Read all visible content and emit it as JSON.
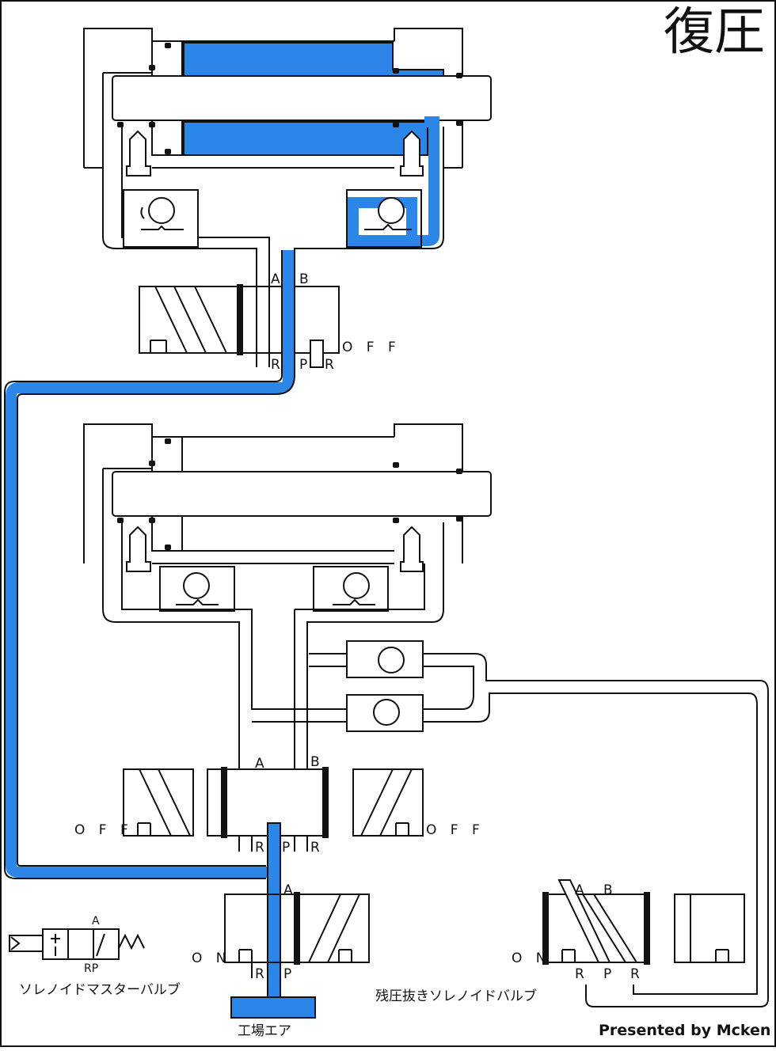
{
  "title": "復圧",
  "credit": "Presented by Mcken",
  "colors": {
    "air": "#2b86e8",
    "line": "#111111",
    "background": "#ffffff"
  },
  "valve_top": {
    "port_a": "A",
    "port_b": "B",
    "port_r1": "R",
    "port_p": "P",
    "port_r2": "R",
    "state_right": "O F F"
  },
  "valve_mid": {
    "port_a": "A",
    "port_b": "B",
    "port_r1": "R",
    "port_p": "P",
    "port_r2": "R",
    "state_left": "O F F",
    "state_right": "O F F"
  },
  "valve_master": {
    "port_a": "A",
    "port_r": "R",
    "port_p": "P",
    "state_left": "O N",
    "caption": "ソレノイドマスターバルブ"
  },
  "valve_residual": {
    "port_a": "A",
    "port_b": "B",
    "port_r1": "R",
    "port_p": "P",
    "port_r2": "R",
    "state_left": "O N",
    "caption": "残圧抜きソレノイドバルブ"
  },
  "symbol": {
    "port_a": "A",
    "port_rp": "RP"
  },
  "supply": {
    "label": "工場エア"
  }
}
